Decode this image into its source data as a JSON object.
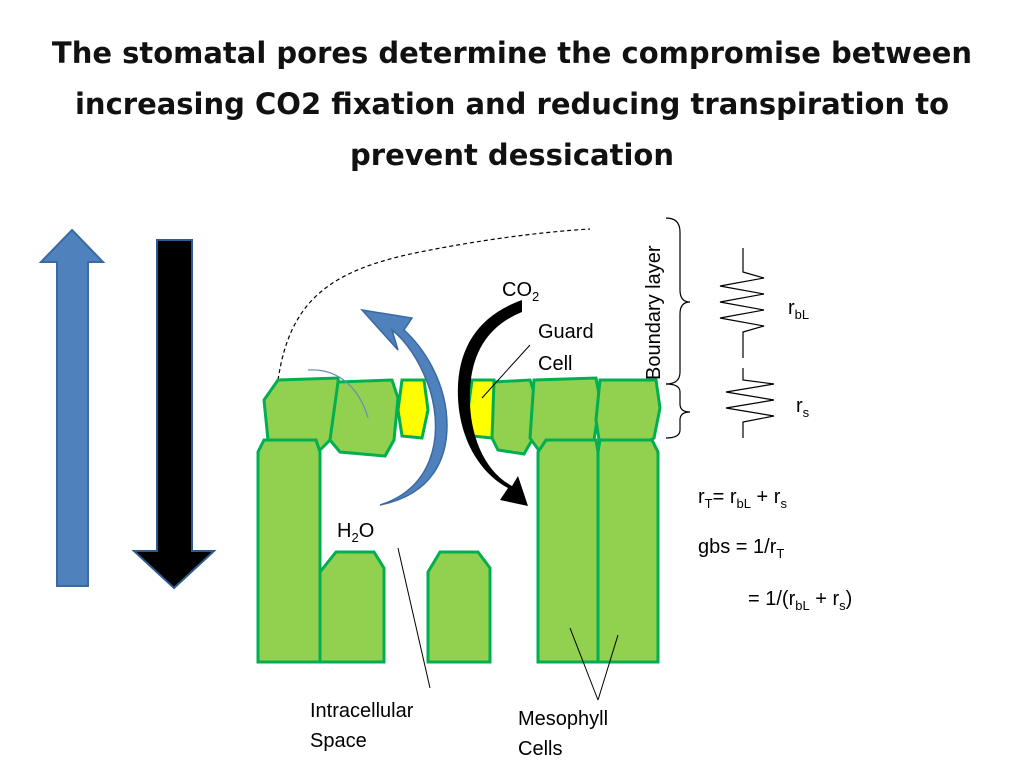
{
  "title": {
    "line1": "The stomatal pores determine the compromise between",
    "line2": "increasing CO2 fixation and reducing transpiration to",
    "line3": "prevent dessication"
  },
  "labels": {
    "co2_base": "CO",
    "co2_sub": "2",
    "guard_cell_line1": "Guard",
    "guard_cell_line2": "Cell",
    "boundary_layer": "Boundary layer",
    "h2o_h": "H",
    "h2o_sub": "2",
    "h2o_o": "O",
    "intracellular_line1": "Intracellular",
    "intracellular_line2": "Space",
    "mesophyll_line1": "Mesophyll",
    "mesophyll_line2": "Cells",
    "rbl_r": "r",
    "rbl_sub": "bL",
    "rs_r": "r",
    "rs_sub": "s"
  },
  "equations": {
    "eq1": {
      "a": "r",
      "a_sub": "T",
      "b": "= r",
      "b_sub": "bL",
      "c": " + r",
      "c_sub": "s"
    },
    "eq2": {
      "a": "gbs = 1/r",
      "a_sub": "T"
    },
    "eq3": {
      "a": "= 1/(r",
      "a_sub": "bL",
      "b": " + r",
      "b_sub": "s",
      "c": ")"
    }
  },
  "colors": {
    "up_arrow": "#4f81bd",
    "down_arrow": "#000000",
    "cell_fill": "#92d050",
    "cell_stroke": "#00b050",
    "guard_fill": "#ffff00",
    "h2o_arrow": "#4f81bd"
  },
  "icons": {
    "up_arrow": "up-arrow-icon",
    "down_arrow": "down-arrow-icon"
  }
}
